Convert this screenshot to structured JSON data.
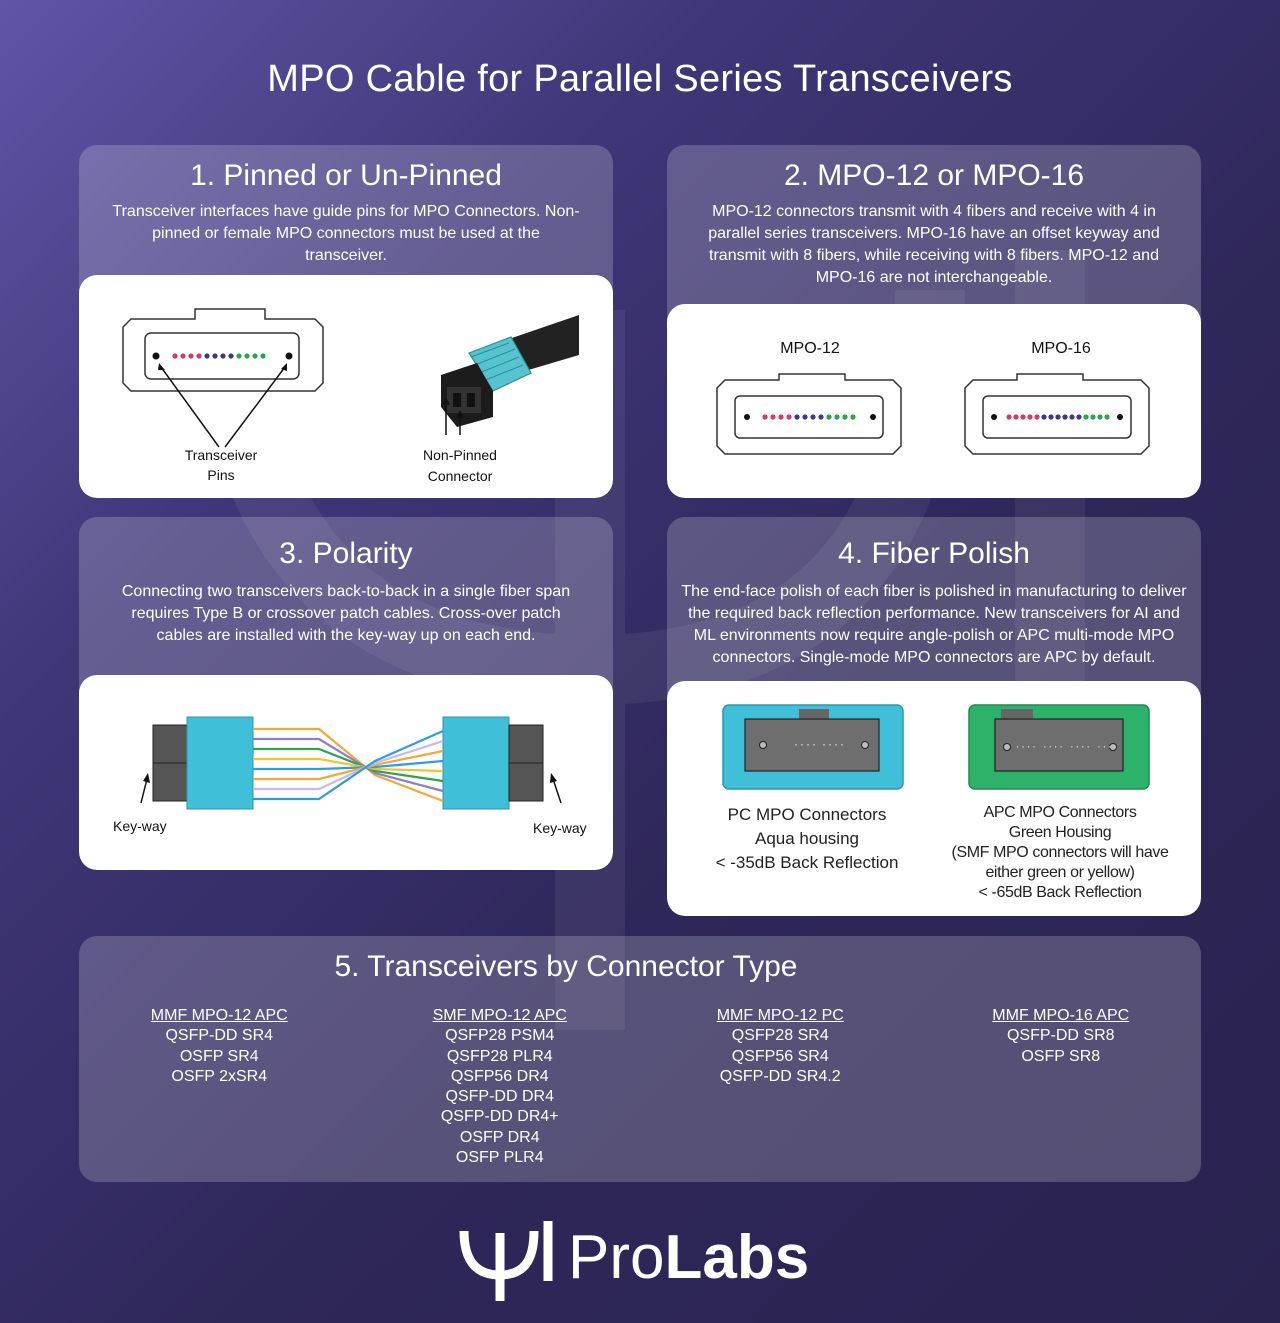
{
  "title": "MPO Cable for Parallel Series Transceivers",
  "panel1": {
    "title": "1. Pinned or Un-Pinned",
    "text": "Transceiver interfaces have guide pins for MPO Connectors. Non-pinned or female MPO connectors must be used at the transceiver.",
    "label_pins_1": "Transceiver",
    "label_pins_2": "Pins",
    "label_conn_1": "Non-Pinned",
    "label_conn_2": "Connector"
  },
  "panel2": {
    "title": "2. MPO-12 or MPO-16",
    "text": "MPO-12 connectors transmit with 4 fibers and receive with 4 in parallel series transceivers. MPO-16 have an offset keyway and transmit with 8 fibers, while receiving with 8 fibers. MPO-12 and MPO-16 are not interchangeable.",
    "label_12": "MPO-12",
    "label_16": "MPO-16"
  },
  "panel3": {
    "title": "3. Polarity",
    "text": "Connecting two transceivers back-to-back in a single fiber span requires Type B or crossover patch cables. Cross-over patch cables are installed with the key-way up on each end.",
    "keyway_left": "Key-way",
    "keyway_right": "Key-way"
  },
  "panel4": {
    "title": "4. Fiber Polish",
    "text": "The end-face polish of each fiber is polished in manufacturing to deliver the required back reflection performance. New transceivers for AI and ML environments now require angle-polish or APC multi-mode MPO connectors. Single-mode MPO connectors are APC by default.",
    "pc": [
      "PC MPO Connectors",
      "Aqua housing",
      "< -35dB Back Reflection"
    ],
    "apc": [
      "APC MPO Connectors",
      "Green Housing",
      "(SMF MPO connectors will have",
      "either green or yellow)",
      "< -65dB Back Reflection"
    ]
  },
  "panel5": {
    "title": "5. Transceivers by Connector Type",
    "columns": [
      {
        "heading": "MMF MPO-12 APC",
        "items": [
          "QSFP-DD SR4",
          "OSFP SR4",
          "OSFP 2xSR4"
        ]
      },
      {
        "heading": "SMF MPO-12 APC",
        "items": [
          "QSFP28 PSM4",
          "QSFP28 PLR4",
          "QSFP56 DR4",
          "QSFP-DD DR4",
          "QSFP-DD DR4+",
          "OSFP DR4",
          "OSFP PLR4"
        ]
      },
      {
        "heading": "MMF MPO-12 PC",
        "items": [
          "QSFP28 SR4",
          "QSFP56 SR4",
          "QSFP-DD SR4.2"
        ]
      },
      {
        "heading": "MMF MPO-16 APC",
        "items": [
          "QSFP-DD SR8",
          "OSFP SR8"
        ]
      }
    ]
  },
  "brand": {
    "name_light": "Pro",
    "name_bold": "Labs"
  },
  "colors": {
    "aqua": "#3fc0d8",
    "green": "#2db26a",
    "accent": "#5e56a6"
  }
}
